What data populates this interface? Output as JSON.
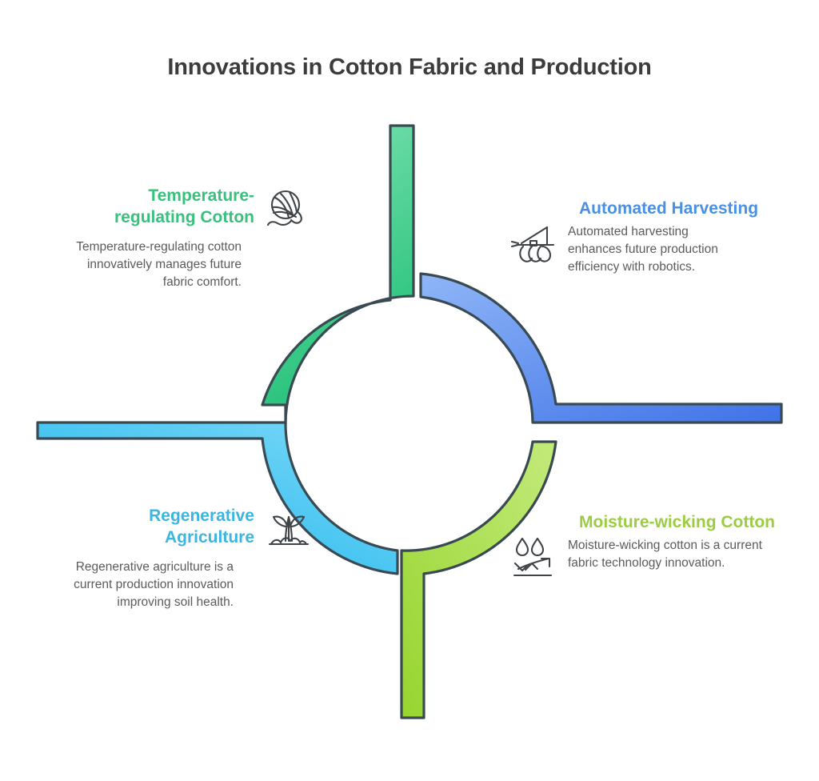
{
  "title": "Innovations in Cotton Fabric and Production",
  "colors": {
    "green": "#3ecf8e",
    "blue": "#5b8def",
    "cyan": "#3fc3f0",
    "lime": "#a5dc4a",
    "stroke": "#3a4a52",
    "title_text": "#3c3c3c",
    "body_text": "#5b5b5b"
  },
  "quadrants": {
    "top_left": {
      "heading": "Temperature-regulating Cotton",
      "body": "Temperature-regulating cotton innovatively manages future fabric comfort.",
      "icon": "yarn-ball-icon",
      "color": "#39c07f"
    },
    "top_right": {
      "heading": "Automated Harvesting",
      "body": "Automated harvesting enhances future production efficiency with robotics.",
      "icon": "harvester-plow-icon",
      "color": "#4a90e2"
    },
    "bottom_left": {
      "heading": "Regenerative Agriculture",
      "body": "Regenerative agriculture is a current production innovation improving soil health.",
      "icon": "seedling-icon",
      "color": "#3ab6e0"
    },
    "bottom_right": {
      "heading": "Moisture-wicking Cotton",
      "body": "Moisture-wicking cotton is a current fabric technology innovation.",
      "icon": "moisture-wicking-icon",
      "color": "#9ccc43"
    }
  }
}
